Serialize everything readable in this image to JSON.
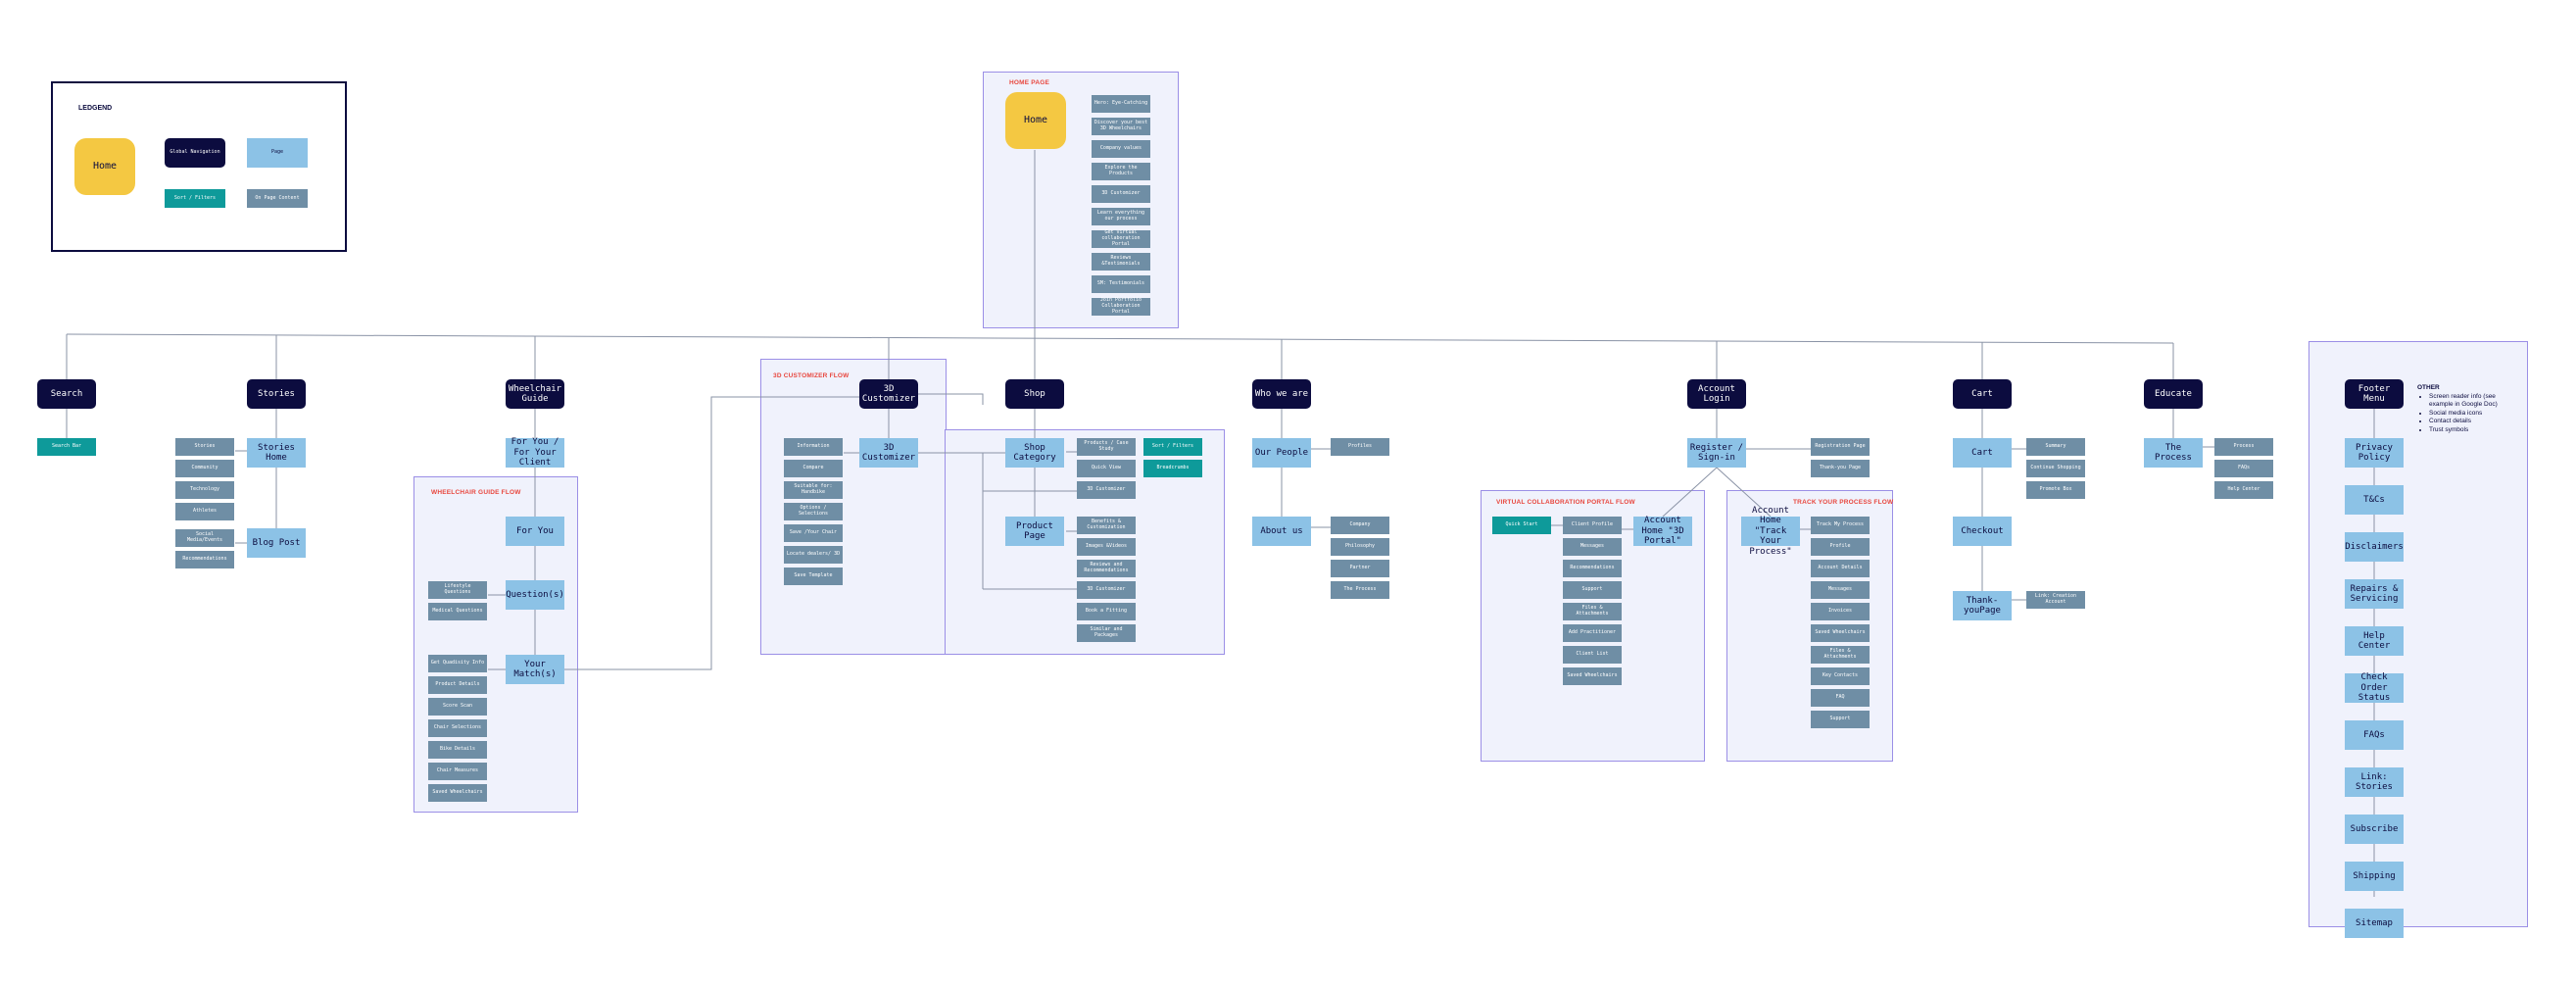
{
  "legend": {
    "title": "LEDGEND",
    "home": "Home",
    "global_nav": "Global Navigation",
    "page": "Page",
    "sort_filters": "Sort / Filters",
    "on_page_content": "On Page Content"
  },
  "regions": {
    "home_page": "HOME PAGE",
    "customizer_flow": "3D CUSTOMIZER FLOW",
    "wheelchair_flow": "WHEELCHAIR GUIDE FLOW",
    "vcp_flow": "VIRTUAL COLLABORATION PORTAL FLOW",
    "track_flow": "TRACK YOUR PROCESS FLOW"
  },
  "home": {
    "label": "Home",
    "items": [
      "Hero: Eye-Catching",
      "Discover your best 3D Wheelchairs",
      "Company values",
      "Explore the Products",
      "3D Customizer",
      "Learn everything our process",
      "Get virtual collaboration Portal",
      "Reviews &Testimonials",
      "SM: Testimonials",
      "Join Portfolio Collaboration Portal"
    ]
  },
  "nav": {
    "search": "Search",
    "stories": "Stories",
    "guide": "Wheelchair Guide",
    "customizer": "3D Customizer",
    "shop": "Shop",
    "who": "Who we are",
    "login": "Account Login",
    "cart": "Cart",
    "educate": "Educate",
    "footer": "Footer Menu"
  },
  "search": {
    "sort": "Search Bar"
  },
  "stories": {
    "home": "Stories Home",
    "blog": "Blog Post",
    "home_items": [
      "Stories",
      "Community",
      "Technology",
      "Athletes"
    ],
    "blog_items": [
      "Social Media/Events",
      "Recommendations"
    ]
  },
  "guide": {
    "for_you": "For You / For Your Client",
    "for_you2": "For You",
    "questions": "Question(s)",
    "match": "Your Match(s)",
    "q_items": [
      "Lifestyle Questions",
      "Medical Questions"
    ],
    "match_items": [
      "Get Quadisity Info",
      "Product Details",
      "Score Scan",
      "Chair Selections",
      "Bike Details",
      "Chair Measures",
      "Saved Wheelchairs"
    ]
  },
  "customizer": {
    "page": "3D Customizer",
    "items": [
      "Information",
      "Compare",
      "Suitable for: Handbike",
      "Options / Selections",
      "Save /Your Chair",
      "Locate dealers/ 3D",
      "Save Template"
    ]
  },
  "shop": {
    "category": "Shop Category",
    "product": "Product Page",
    "cat_items": [
      "Products / Case Study",
      "Quick View",
      "3D Customizer"
    ],
    "sort": "Sort / Filters",
    "breadcrumb": "Breadcrumbs",
    "prod_items": [
      "Benefits & Customization",
      "Images &Videos",
      "Reviews and Recommendations",
      "3D Customizer",
      "Book a Fitting",
      "Similar and Packages"
    ]
  },
  "who": {
    "people": "Our People",
    "about": "About us",
    "people_items": [
      "Profiles"
    ],
    "about_items": [
      "Company",
      "Philosophy",
      "Partner",
      "The Process"
    ]
  },
  "login": {
    "register": "Register / Sign-in",
    "account_vcp": "Account Home \"3D Portal\"",
    "account_track": "Account Home \"Track Your Process\"",
    "reg_items": [
      "Registration Page",
      "Thank-you Page"
    ],
    "quick_start": "Quick Start",
    "vcp_items": [
      "Client Profile",
      "Messages",
      "Recommendations",
      "Support",
      "Files & Attachments",
      "Add Practitioner",
      "Client List",
      "Saved Wheelchairs"
    ],
    "track_items": [
      "Track My Process",
      "Profile",
      "Account Details",
      "Messages",
      "Invoices",
      "Saved Wheelchairs",
      "Files & Attachments",
      "Key Contacts",
      "FAQ",
      "Support"
    ]
  },
  "cart": {
    "cart": "Cart",
    "checkout": "Checkout",
    "thanks": "Thank-youPage",
    "cart_items": [
      "Summary",
      "Continue Shopping",
      "Promote Box"
    ],
    "thanks_items": [
      "Link: Creation Account"
    ]
  },
  "educate": {
    "process": "The Process",
    "items": [
      "Process",
      "FAQs",
      "Help Center"
    ]
  },
  "footer": {
    "items": [
      "Privacy Policy",
      "T&Cs",
      "Disclaimers",
      "Repairs & Servicing",
      "Help Center",
      "Check Order Status",
      "FAQs",
      "Link: Stories",
      "Subscribe",
      "Shipping",
      "Sitemap"
    ]
  },
  "other": {
    "title": "OTHER",
    "items": [
      "Screen reader info (see example in Google Doc)",
      "Social media icons",
      "Contact details",
      "Trust symbols"
    ]
  }
}
